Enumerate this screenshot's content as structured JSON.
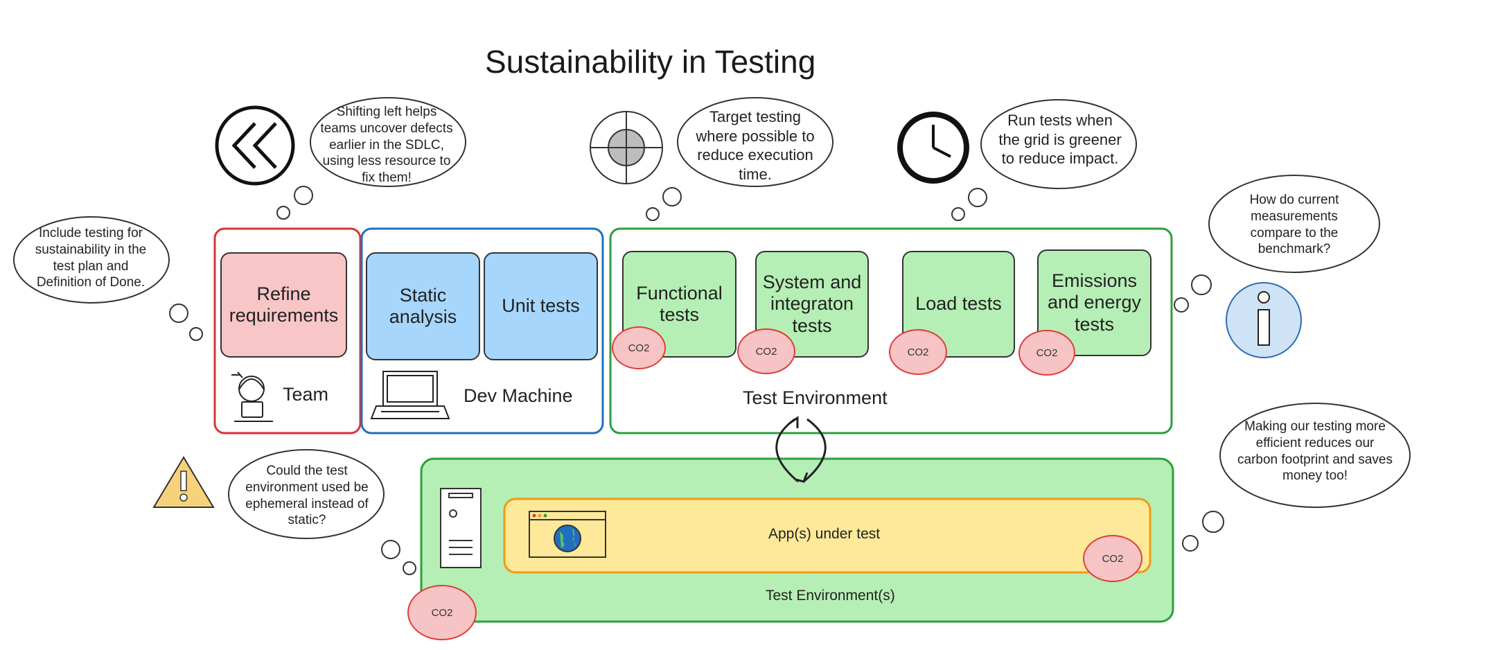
{
  "title": "Sustainability in Testing",
  "groups": {
    "team": {
      "label": "Team",
      "item": "Refine requirements"
    },
    "dev": {
      "label": "Dev Machine",
      "items": [
        "Static analysis",
        "Unit tests"
      ]
    },
    "test": {
      "label": "Test Environment",
      "items": [
        "Functional tests",
        "System and integraton tests",
        "Load tests",
        "Emissions and energy tests"
      ]
    },
    "envs": {
      "label": "Test Environment(s)",
      "app": "App(s) under test"
    }
  },
  "co2_label": "CO2",
  "bubbles": {
    "definition_of_done": "Include testing for sustainability in the test plan and Definition of Done.",
    "shift_left": "Shifting left helps teams uncover defects earlier in the SDLC, using less resource to fix them!",
    "target_testing": "Target testing where possible to reduce execution time.",
    "grid_greener": "Run tests when the grid is greener to reduce impact.",
    "benchmark": "How do current measurements compare to the benchmark?",
    "ephemeral": "Could the test environment used be ephemeral instead of static?",
    "efficient": "Making our testing more efficient reduces our carbon footprint and saves money too!"
  },
  "colors": {
    "team_border": "#d9323a",
    "dev_border": "#1f6fc0",
    "test_border": "#2e9e3e",
    "app_border": "#ef9a16",
    "pink": "#f8c6c6",
    "blue": "#a6d6fb",
    "green": "#b5efb5",
    "yellow": "#fde999"
  },
  "icons": [
    "rewind-icon",
    "target-icon",
    "clock-icon",
    "info-icon",
    "warning-icon",
    "developer-avatar-icon",
    "laptop-icon",
    "server-icon",
    "browser-globe-icon",
    "cycle-arrows-icon"
  ]
}
